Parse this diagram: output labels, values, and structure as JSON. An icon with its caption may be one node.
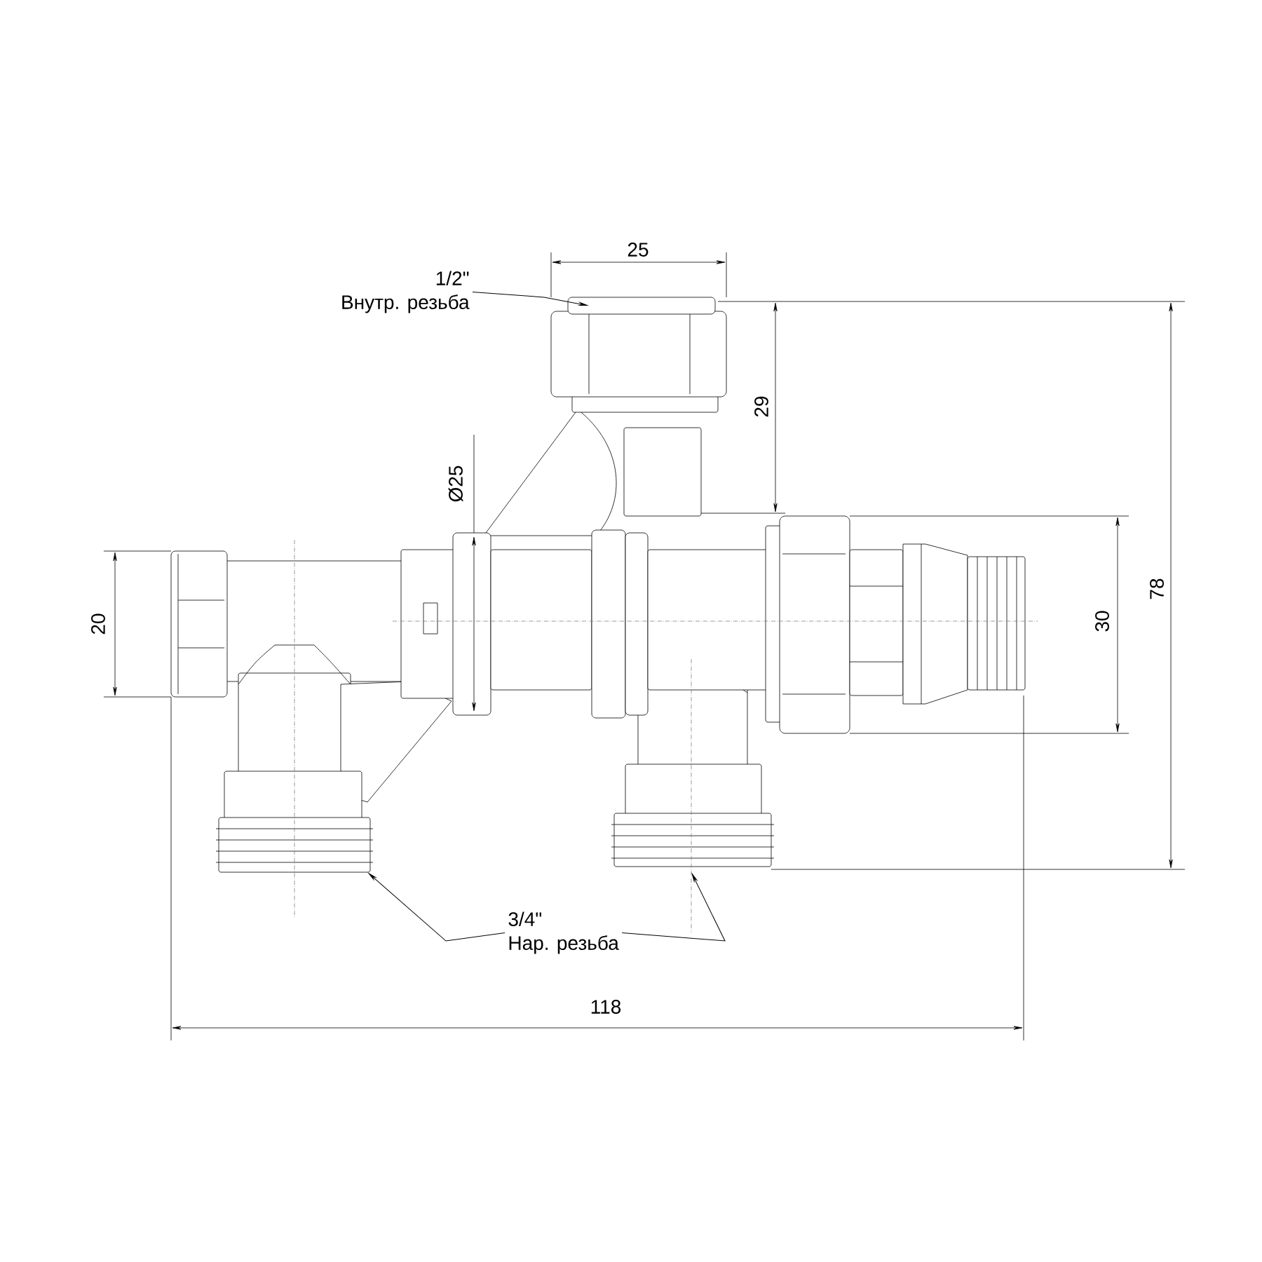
{
  "diagram": {
    "nodes": [
      {
        "text": [
          "1/2\"",
          "Внутр. резьба"
        ]
      },
      {
        "text": [
          "3/4\"",
          "Нар. резьба"
        ]
      }
    ],
    "edges": [
      {
        "from": 0,
        "to": null,
        "arrow": "to"
      },
      {
        "from": 1,
        "to": null,
        "arrow": "to"
      },
      {
        "from": 1,
        "to": null,
        "arrow": "to"
      }
    ],
    "labels": [
      "25",
      "29",
      "Ø25",
      "78",
      "20",
      "30",
      "118"
    ]
  }
}
